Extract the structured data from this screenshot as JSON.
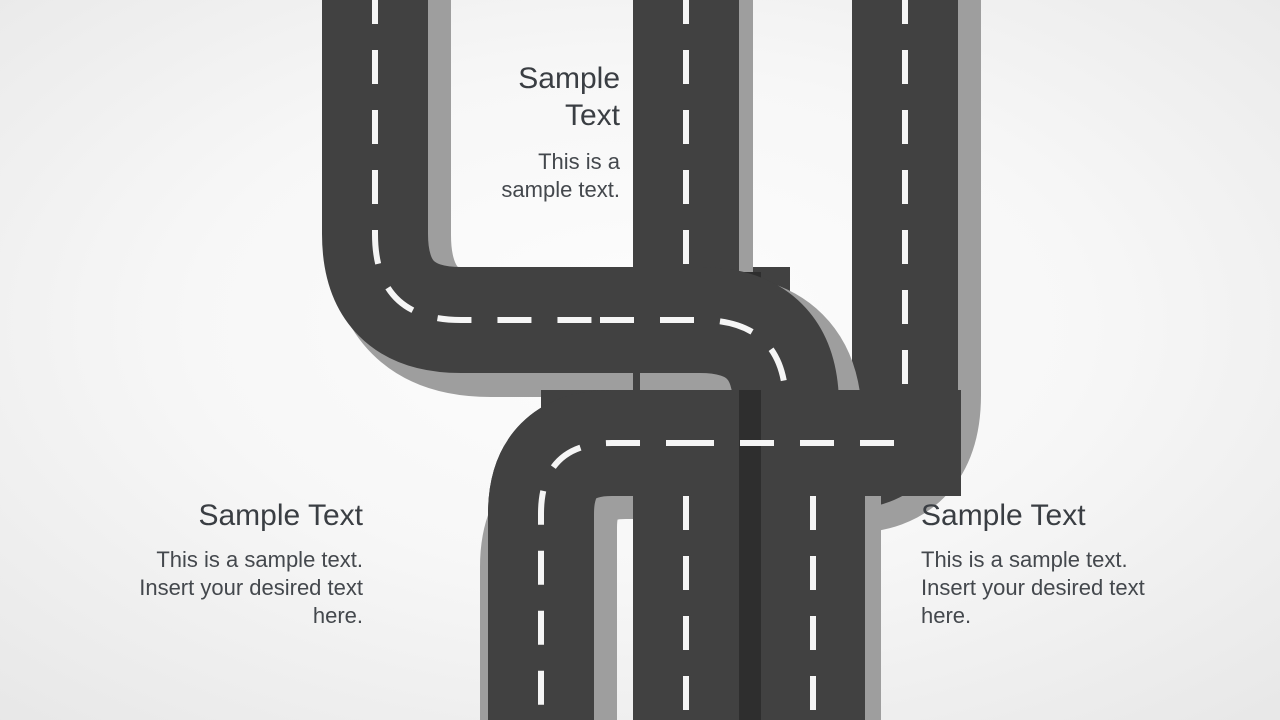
{
  "slide": {
    "background_color": "#f4f4f4",
    "road_color": "#414141",
    "road_shadow_color": "#9e9e9e",
    "road_overpass_shadow_color": "#2b2b2b",
    "lane_marking_color": "#f5f5f5",
    "text_color": "#3b3f44"
  },
  "blocks": {
    "top": {
      "title": "Sample\nText",
      "body": "This is a\nsample text."
    },
    "left": {
      "title": "Sample Text",
      "body": "This is a sample text.\nInsert your desired text\nhere."
    },
    "right": {
      "title": "Sample Text",
      "body": "This is a sample text.\nInsert your desired text\nhere."
    }
  },
  "diagram": {
    "name": "road-timeline-diagram",
    "description": "Interleaved road paths with three text callouts",
    "road_width": 106,
    "paths": [
      {
        "id": "road-left",
        "shape": "vertical-top-to-horizontal-right"
      },
      {
        "id": "road-center",
        "shape": "vertical-full-height"
      },
      {
        "id": "road-right",
        "shape": "vertical-top-curve-left-to-bottom"
      },
      {
        "id": "road-bottom",
        "shape": "horizontal-to-vertical-bottom"
      }
    ]
  }
}
